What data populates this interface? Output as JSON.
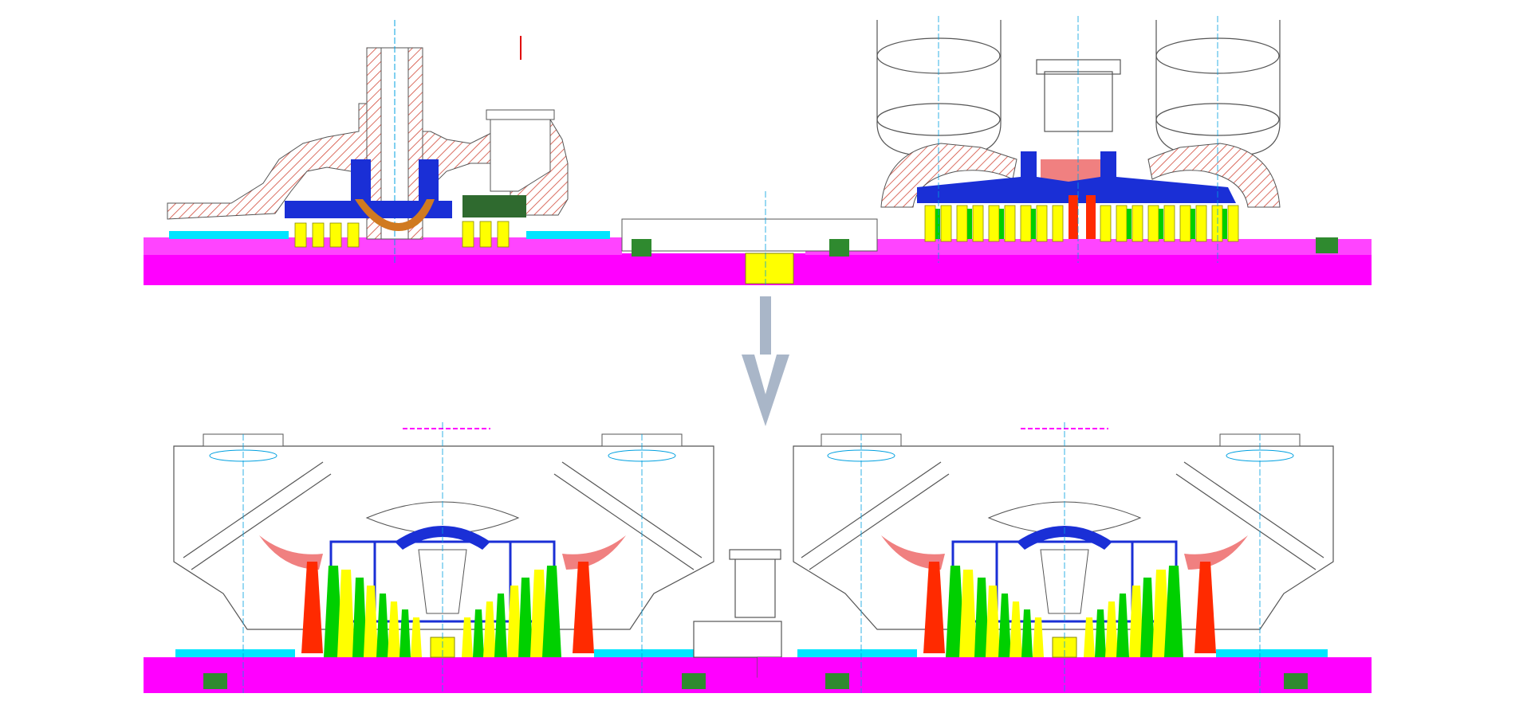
{
  "figure": {
    "kind": "engineering cross-section comparison",
    "panels": [
      {
        "id": "before",
        "description_key": "upper-turbine-section"
      },
      {
        "id": "after-left",
        "description_key": "lower-left-section"
      },
      {
        "id": "after-right",
        "description_key": "lower-right-section"
      }
    ],
    "arrow": {
      "direction": "down",
      "color": "#a9b6c8"
    }
  },
  "colors": {
    "base": "#ff00ff",
    "blue": "#1a2fd6",
    "yellow": "#ffff00",
    "green": "#00d000",
    "red": "#ff2a00",
    "cyan": "#00e5ff",
    "salmon": "#f08080",
    "hatch": "#d24a3a",
    "darkgreen": "#2f6a2f",
    "orange": "#d07a20",
    "lineart": "#555555"
  },
  "icons": [
    "down-arrow-icon"
  ]
}
